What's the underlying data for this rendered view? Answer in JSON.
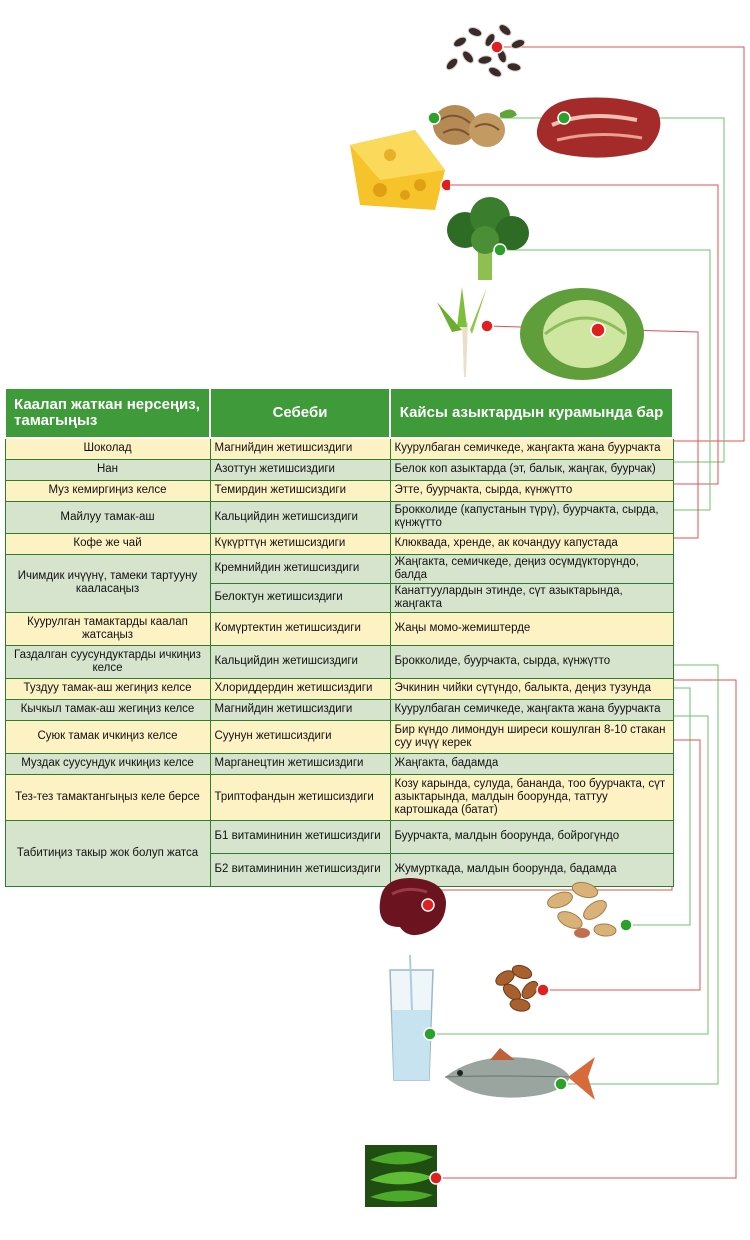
{
  "table": {
    "headers": [
      "Каалап жаткан нерсеңиз, тамагыңыз",
      "Себеби",
      "Кайсы азыктардын курамында бар"
    ],
    "rows": [
      {
        "craving": "Шоколад",
        "reasons": [
          {
            "reason": "Магнийдин жетишсиздиги",
            "sources": "Куурулбаган семичкеде, жаңгакта жана буурчакта"
          }
        ]
      },
      {
        "craving": "Нан",
        "reasons": [
          {
            "reason": "Азоттун жетишсиздиги",
            "sources": "Белок коп азыктарда (эт, балык, жаңгак, буурчак)"
          }
        ]
      },
      {
        "craving": "Муз кемиргиңиз келсе",
        "reasons": [
          {
            "reason": "Темирдин жетишсиздиги",
            "sources": "Этте, буурчакта, сырда, күнжүтто"
          }
        ]
      },
      {
        "craving": "Майлуу тамак-аш",
        "reasons": [
          {
            "reason": "Кальцийдин жетишсиздиги",
            "sources": "Брокколиде (капустанын түрү), буурчакта, сырда, күнжүтто"
          }
        ]
      },
      {
        "craving": "Кофе же чай",
        "reasons": [
          {
            "reason": "Күкүрттүн жетишсиздиги",
            "sources": "Клюквада, хренде, ак кочандуу капустада"
          }
        ]
      },
      {
        "craving": "Ичимдик ичүүнү, тамеки тартууну каалаcаңыз",
        "reasons": [
          {
            "reason": "Кремнийдин жетишсиздиги",
            "sources": "Жаңгакта, семичкеде, деңиз осүмдүкторүндо, балда"
          },
          {
            "reason": "Белоктун жетишсиздиги",
            "sources": "Канаттуулардын этинде, сүт азыктарында, жаңгакта"
          }
        ]
      },
      {
        "craving": "Куурулган тамактарды каалап жатсаңыз",
        "reasons": [
          {
            "reason": "Комүртектин жетишсиздиги",
            "sources": "Жаңы момо-жемиштерде"
          }
        ]
      },
      {
        "craving": "Газдалган суусундуктарды ичкиңиз келсе",
        "reasons": [
          {
            "reason": "Кальцийдин жетишсиздиги",
            "sources": "Брокколиде, буурчакта, сырда, күнжүтто"
          }
        ]
      },
      {
        "craving": "Туздуу тамак-аш жегиңиз келсе",
        "reasons": [
          {
            "reason": "Хлориддердин жетишсиздиги",
            "sources": "Эчкинин чийки сүтүндо, балыкта, деңиз тузунда"
          }
        ]
      },
      {
        "craving": "Кычкыл тамак-аш жегиңиз келсе",
        "reasons": [
          {
            "reason": "Магнийдин жетишсиздиги",
            "sources": "Куурулбаган семичкеде, жаңгакта жана буурчакта"
          }
        ]
      },
      {
        "craving": "Суюк тамак ичкиңиз келсе",
        "reasons": [
          {
            "reason": "Суунун жетишсиздиги",
            "sources": "Бир күндо лимондун ширеси кошулган 8-10 стакан суу ичүү керек"
          }
        ]
      },
      {
        "craving": "Муздак суусундук ичкиңиз келсе",
        "reasons": [
          {
            "reason": "Марганецтин жетишсиздиги",
            "sources": "Жаңгакта, бадамда"
          }
        ]
      },
      {
        "craving": "Тез-тез тамактангыңыз келе берсе",
        "reasons": [
          {
            "reason": "Триптофандын жетишсиздиги",
            "sources": "Козу карында, сулуда, бананда, тоо буурчакта, сүт азыктарында, малдын боорунда, таттуу картошкада (батат)"
          }
        ]
      },
      {
        "craving": "Табитиңиз такыр жок болуп жатса",
        "reasons": [
          {
            "reason": "Б1 витамининин жетишсиздиги",
            "sources": "Буурчакта, малдын боорунда, бойрогүндо"
          },
          {
            "reason": "Б2 витамининин жетишсиздиги",
            "sources": "Жумурткада, малдын боорунда, бадамда"
          }
        ]
      }
    ]
  },
  "foods": [
    {
      "icon": "sunflower-seeds-icon",
      "dot": "red"
    },
    {
      "icon": "walnut-icon",
      "dot": "green"
    },
    {
      "icon": "meat-icon",
      "dot": "green"
    },
    {
      "icon": "cheese-icon",
      "dot": "red"
    },
    {
      "icon": "broccoli-icon",
      "dot": "green"
    },
    {
      "icon": "horseradish-icon",
      "dot": "red"
    },
    {
      "icon": "cabbage-icon",
      "dot": "red"
    },
    {
      "icon": "liver-icon",
      "dot": "red"
    },
    {
      "icon": "peanut-icon",
      "dot": "green"
    },
    {
      "icon": "almond-icon",
      "dot": "red"
    },
    {
      "icon": "water-glass-icon",
      "dot": "green"
    },
    {
      "icon": "fish-icon",
      "dot": "green"
    },
    {
      "icon": "peas-icon",
      "dot": "red"
    }
  ],
  "colors": {
    "header": "#3f9a3a",
    "row_yellow": "#fdf2c4",
    "row_green": "#d6e4cd",
    "dot_red": "#e02020",
    "dot_green": "#2aa12a",
    "line_red": "#e05050",
    "line_green": "#6cc26c"
  }
}
